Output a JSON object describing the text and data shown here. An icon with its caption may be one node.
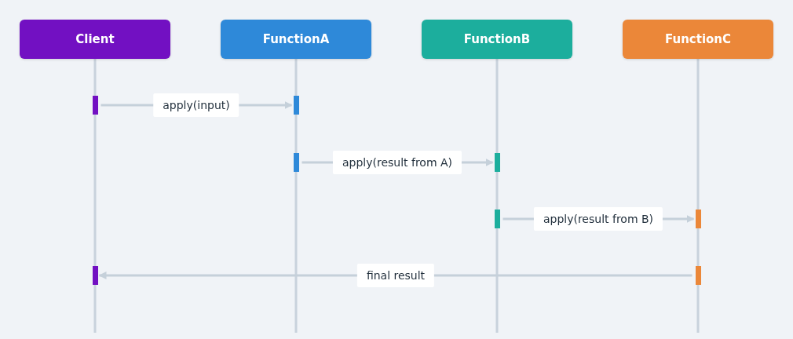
{
  "diagram": {
    "nodes": [
      {
        "text": [
          "Client"
        ]
      },
      {
        "text": [
          "FunctionA"
        ]
      },
      {
        "text": [
          "FunctionB"
        ]
      },
      {
        "text": [
          "FunctionC"
        ]
      },
      {
        "text": [],
        "shape": "bar"
      },
      {
        "text": [],
        "shape": "bar"
      },
      {
        "text": [],
        "shape": "bar"
      },
      {
        "text": [],
        "shape": "bar"
      },
      {
        "text": [],
        "shape": "bar"
      },
      {
        "text": [],
        "shape": "bar"
      },
      {
        "text": [],
        "shape": "bar"
      },
      {
        "text": [],
        "shape": "bar"
      }
    ],
    "edges": [
      {
        "from": 4,
        "to": 5,
        "arrow": "to",
        "label": "apply(input)"
      },
      {
        "from": 6,
        "to": 7,
        "arrow": "to",
        "label": "apply(result from A)"
      },
      {
        "from": 8,
        "to": 9,
        "arrow": "to",
        "label": "apply(result from B)"
      },
      {
        "from": 10,
        "to": 11,
        "arrow": "to",
        "label": "final result"
      }
    ]
  }
}
